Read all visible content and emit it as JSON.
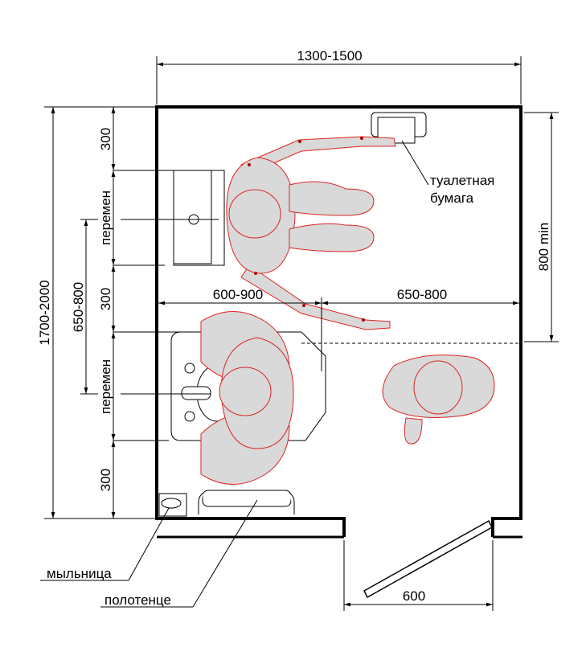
{
  "dimensions": {
    "room_width": "1300-1500",
    "room_length": "1700-2000",
    "clearance_top": "300",
    "variable_1": "перемен",
    "clearance_middle": "300",
    "variable_2": "перемен",
    "clearance_bottom": "300",
    "fixture_spacing": "650-800",
    "toilet_zone_min": "800 min",
    "left_zone": "600-900",
    "right_zone": "650-800",
    "door_width": "600"
  },
  "labels": {
    "toilet_paper_line1": "туалетная",
    "toilet_paper_line2": "бумага",
    "soap_dish": "мыльница",
    "towel": "полотенце"
  },
  "colors": {
    "figure_fill": "#d9d9d9",
    "figure_outline": "#dd2222"
  }
}
